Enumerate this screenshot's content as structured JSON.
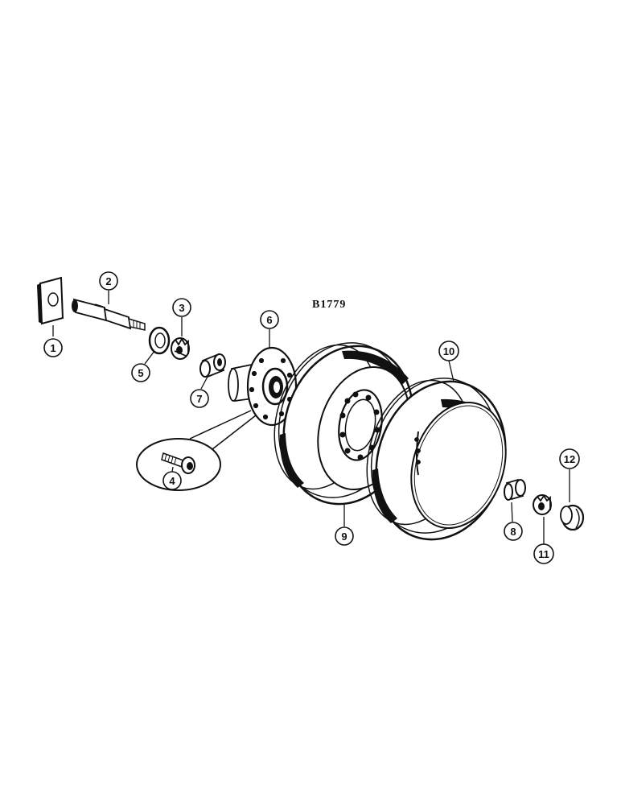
{
  "figure_code": "B1779",
  "callouts": [
    {
      "id": "1",
      "part": "plate"
    },
    {
      "id": "2",
      "part": "spindle"
    },
    {
      "id": "3",
      "part": "castle-nut"
    },
    {
      "id": "4",
      "part": "wheel-bolt"
    },
    {
      "id": "5",
      "part": "washer"
    },
    {
      "id": "6",
      "part": "hub"
    },
    {
      "id": "7",
      "part": "inner-bearing"
    },
    {
      "id": "8",
      "part": "outer-bearing"
    },
    {
      "id": "9",
      "part": "inner-rim"
    },
    {
      "id": "10",
      "part": "outer-rim"
    },
    {
      "id": "11",
      "part": "nut"
    },
    {
      "id": "12",
      "part": "hub-cap"
    }
  ]
}
